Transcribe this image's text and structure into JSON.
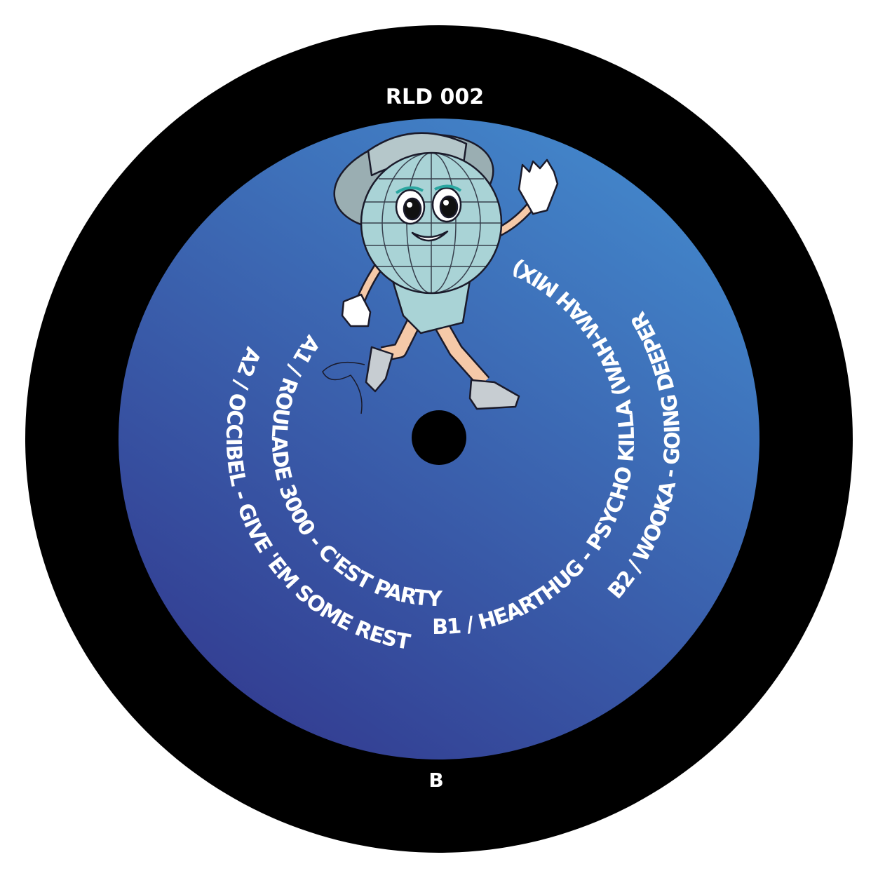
{
  "catalog_number": "RLD 002",
  "side": "B",
  "tracks": {
    "a1": "A1 / ROULADE 3000 - C'EST PARTY",
    "a2": "A2 / OCCIBEL - GIVE 'EM SOME REST",
    "b1": "B1 / HEARTHUG - PSYCHO KILLA (WAH-WAH MIX)",
    "b2": "B2 / WOOKA - GOING DEEPER"
  },
  "mascot": "disco-ball-character",
  "colors": {
    "vinyl": "#000000",
    "label_light": "#4283c8",
    "label_dark": "#333f93",
    "text": "#ffffff",
    "ball": "#a9d3d6"
  }
}
